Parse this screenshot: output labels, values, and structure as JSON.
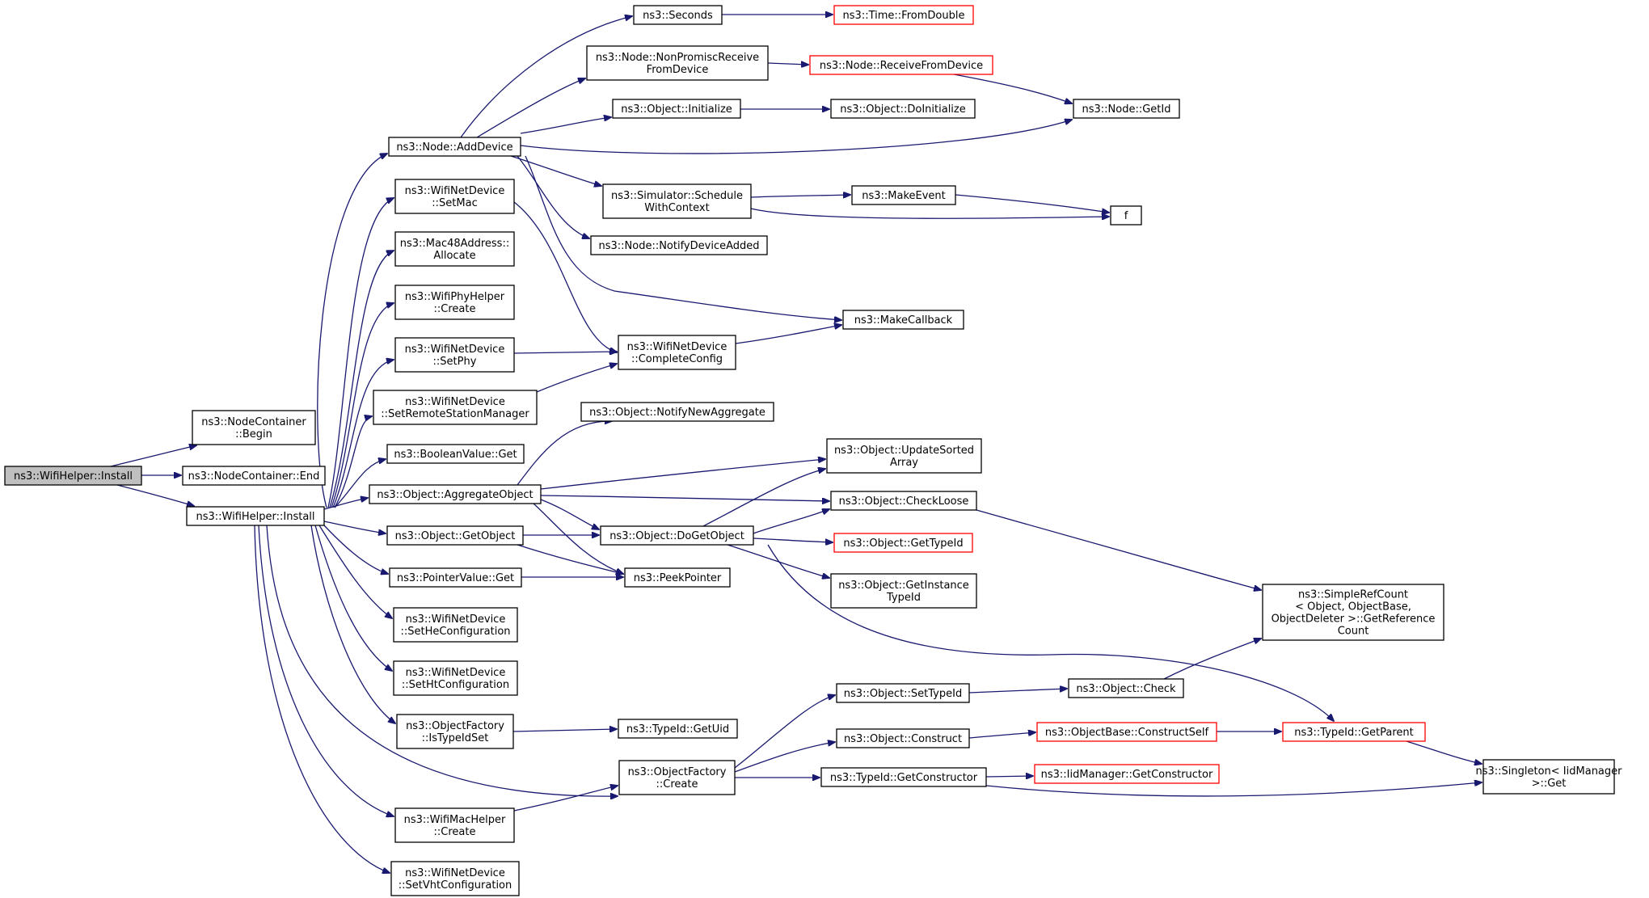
{
  "colors": {
    "edge": "#191970",
    "node_border": "#000000",
    "node_border_incomplete": "#ff0000",
    "root_fill": "#bfbfbf",
    "node_fill": "#ffffff"
  },
  "nodes": {
    "root": {
      "lines": [
        "ns3::WifiHelper::Install"
      ]
    },
    "nc_begin": {
      "lines": [
        "ns3::NodeContainer",
        "::Begin"
      ]
    },
    "nc_end": {
      "lines": [
        "ns3::NodeContainer::End"
      ]
    },
    "wh_install": {
      "lines": [
        "ns3::WifiHelper::Install"
      ]
    },
    "node_adddevice": {
      "lines": [
        "ns3::Node::AddDevice"
      ]
    },
    "wnd_setmac": {
      "lines": [
        "ns3::WifiNetDevice",
        "::SetMac"
      ]
    },
    "mac48_allocate": {
      "lines": [
        "ns3::Mac48Address::",
        "Allocate"
      ]
    },
    "wph_create": {
      "lines": [
        "ns3::WifiPhyHelper",
        "::Create"
      ]
    },
    "wnd_setphy": {
      "lines": [
        "ns3::WifiNetDevice",
        "::SetPhy"
      ]
    },
    "wnd_setrsm": {
      "lines": [
        "ns3::WifiNetDevice",
        "::SetRemoteStationManager"
      ]
    },
    "bool_get": {
      "lines": [
        "ns3::BooleanValue::Get"
      ]
    },
    "obj_aggregate": {
      "lines": [
        "ns3::Object::AggregateObject"
      ]
    },
    "obj_getobject": {
      "lines": [
        "ns3::Object::GetObject"
      ]
    },
    "ptr_get": {
      "lines": [
        "ns3::PointerValue::Get"
      ]
    },
    "wnd_sethe": {
      "lines": [
        "ns3::WifiNetDevice",
        "::SetHeConfiguration"
      ]
    },
    "wnd_setht": {
      "lines": [
        "ns3::WifiNetDevice",
        "::SetHtConfiguration"
      ]
    },
    "of_istypeidset": {
      "lines": [
        "ns3::ObjectFactory",
        "::IsTypeIdSet"
      ]
    },
    "wmh_create": {
      "lines": [
        "ns3::WifiMacHelper",
        "::Create"
      ]
    },
    "wnd_setvht": {
      "lines": [
        "ns3::WifiNetDevice",
        "::SetVhtConfiguration"
      ]
    },
    "seconds": {
      "lines": [
        "ns3::Seconds"
      ]
    },
    "node_nonpromisc": {
      "lines": [
        "ns3::Node::NonPromiscReceive",
        "FromDevice"
      ]
    },
    "obj_initialize": {
      "lines": [
        "ns3::Object::Initialize"
      ]
    },
    "sim_schedule": {
      "lines": [
        "ns3::Simulator::Schedule",
        "WithContext"
      ]
    },
    "node_notify": {
      "lines": [
        "ns3::Node::NotifyDeviceAdded"
      ]
    },
    "wnd_complete": {
      "lines": [
        "ns3::WifiNetDevice",
        "::CompleteConfig"
      ]
    },
    "obj_notifynew": {
      "lines": [
        "ns3::Object::NotifyNewAggregate"
      ]
    },
    "obj_dogetobject": {
      "lines": [
        "ns3::Object::DoGetObject"
      ]
    },
    "peekpointer": {
      "lines": [
        "ns3::PeekPointer"
      ]
    },
    "typeid_getuid": {
      "lines": [
        "ns3::TypeId::GetUid"
      ]
    },
    "of_create": {
      "lines": [
        "ns3::ObjectFactory",
        "::Create"
      ]
    },
    "time_fromdouble": {
      "lines": [
        "ns3::Time::FromDouble"
      ]
    },
    "node_receive": {
      "lines": [
        "ns3::Node::ReceiveFromDevice"
      ]
    },
    "obj_doinit": {
      "lines": [
        "ns3::Object::DoInitialize"
      ]
    },
    "makeevent": {
      "lines": [
        "ns3::MakeEvent"
      ]
    },
    "makecallback": {
      "lines": [
        "ns3::MakeCallback"
      ]
    },
    "obj_updatesorted": {
      "lines": [
        "ns3::Object::UpdateSorted",
        "Array"
      ]
    },
    "obj_checkloose": {
      "lines": [
        "ns3::Object::CheckLoose"
      ]
    },
    "obj_gettypeid": {
      "lines": [
        "ns3::Object::GetTypeId"
      ]
    },
    "obj_getinstance": {
      "lines": [
        "ns3::Object::GetInstance",
        "TypeId"
      ]
    },
    "obj_settypeid": {
      "lines": [
        "ns3::Object::SetTypeId"
      ]
    },
    "obj_construct": {
      "lines": [
        "ns3::Object::Construct"
      ]
    },
    "typeid_getctor": {
      "lines": [
        "ns3::TypeId::GetConstructor"
      ]
    },
    "node_getid": {
      "lines": [
        "ns3::Node::GetId"
      ]
    },
    "f": {
      "lines": [
        "f"
      ]
    },
    "obj_check": {
      "lines": [
        "ns3::Object::Check"
      ]
    },
    "objbase_construct": {
      "lines": [
        "ns3::ObjectBase::ConstructSelf"
      ]
    },
    "iid_getctor": {
      "lines": [
        "ns3::IidManager::GetConstructor"
      ]
    },
    "simplerefcount": {
      "lines": [
        "ns3::SimpleRefCount",
        "< Object, ObjectBase,",
        " ObjectDeleter >::GetReference",
        "Count"
      ]
    },
    "typeid_getparent": {
      "lines": [
        "ns3::TypeId::GetParent"
      ]
    },
    "singleton_get": {
      "lines": [
        "ns3::Singleton< IidManager",
        " >::Get"
      ]
    }
  }
}
